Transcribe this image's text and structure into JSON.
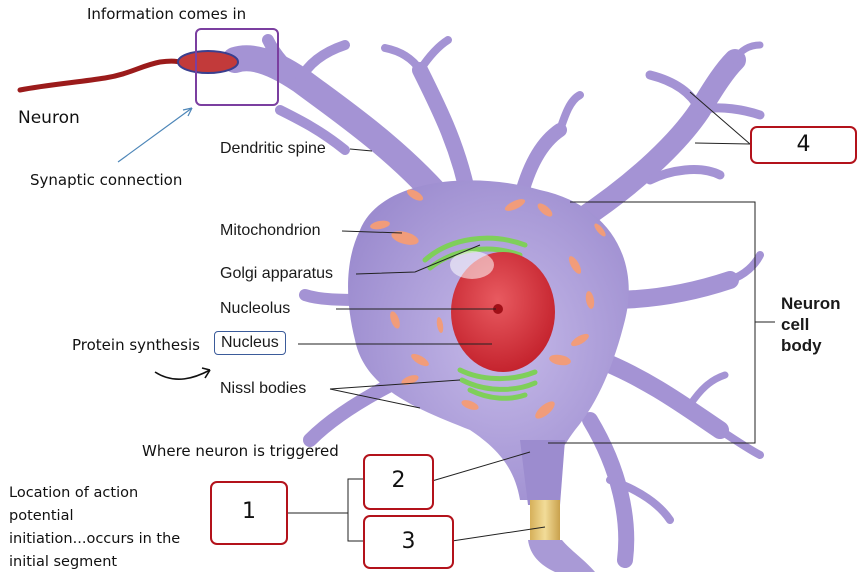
{
  "annotations": {
    "info_in": "Information comes in",
    "neuron": "Neuron",
    "synaptic": "Synaptic connection",
    "protein": "Protein synthesis",
    "triggered": "Where neuron is triggered",
    "location_lines": [
      "Location of action",
      "potential",
      "initiation...occurs in the",
      "initial segment"
    ]
  },
  "parts": {
    "dendritic_spine": "Dendritic spine",
    "mitochondrion": "Mitochondrion",
    "golgi": "Golgi apparatus",
    "nucleolus": "Nucleolus",
    "nucleus": "Nucleus",
    "nissl": "Nissl bodies",
    "cell_body_lines": [
      "Neuron",
      "cell",
      "body"
    ]
  },
  "answer_boxes": {
    "box1": "1",
    "box2": "2",
    "box3": "3",
    "box4": "4"
  },
  "colors": {
    "cell": "#a99ad6",
    "nucleus": "#d9303a",
    "box_red": "#b3121b",
    "box_purple": "#7b3fa0",
    "box_blue": "#3b5b9a",
    "axon": "#e6c77a"
  }
}
